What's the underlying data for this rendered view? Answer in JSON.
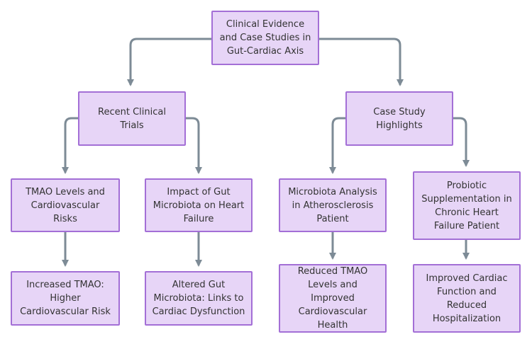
{
  "colors": {
    "node_fill": "#e7d5f7",
    "node_border": "#a36fd6",
    "edge": "#7d8b96",
    "text": "#333333"
  },
  "nodes": {
    "root": {
      "label": "Clinical Evidence and Case Studies in Gut-Cardiac Axis"
    },
    "trials": {
      "label": "Recent Clinical Trials"
    },
    "cases": {
      "label": "Case Study Highlights"
    },
    "tmao": {
      "label": "TMAO Levels and Cardiovascular Risks"
    },
    "impact": {
      "label": "Impact of Gut Microbiota on Heart Failure"
    },
    "microbiota": {
      "label": "Microbiota Analysis in Atherosclerosis Patient"
    },
    "probiotic": {
      "label": "Probiotic Supplementation in Chronic Heart Failure Patient"
    },
    "increased": {
      "label": "Increased TMAO: Higher Cardiovascular Risk"
    },
    "altered": {
      "label": "Altered Gut Microbiota: Links to Cardiac Dysfunction"
    },
    "reduced": {
      "label": "Reduced TMAO Levels and Improved Cardiovascular Health"
    },
    "improved": {
      "label": "Improved Cardiac Function and Reduced Hospitalization"
    }
  }
}
